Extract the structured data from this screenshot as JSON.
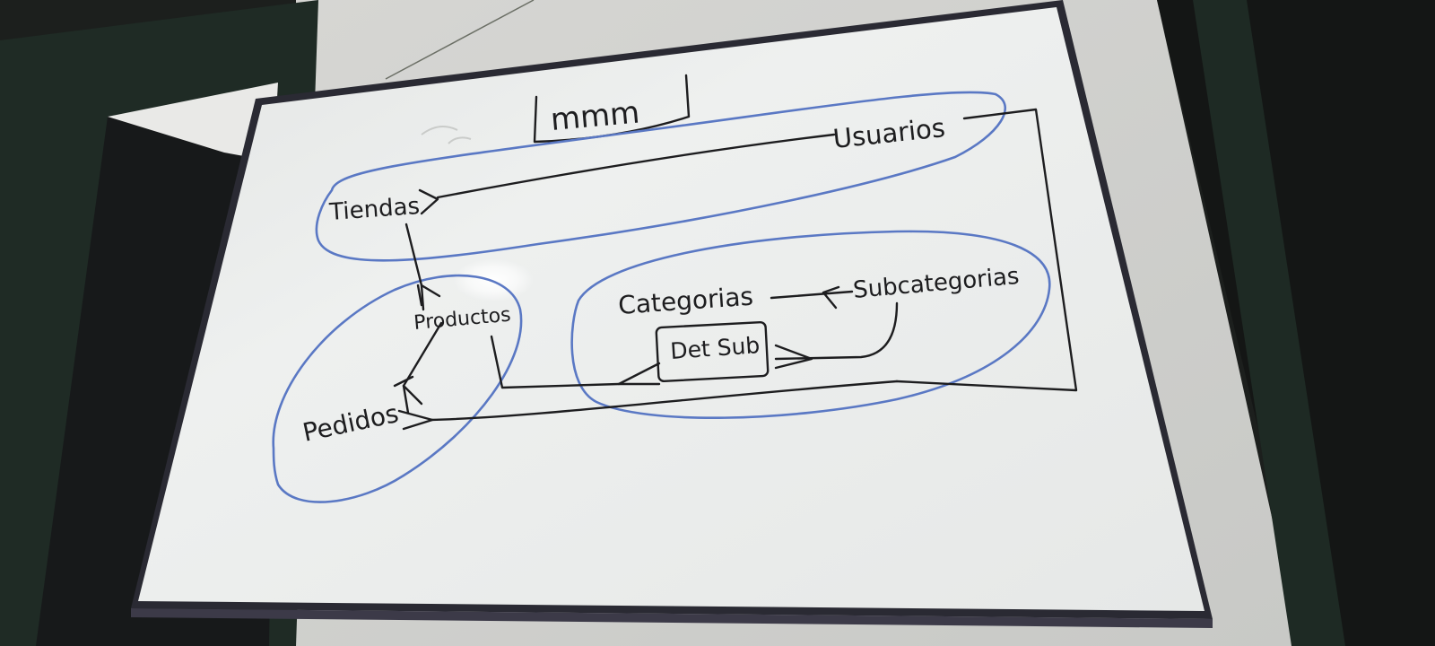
{
  "whiteboard": {
    "title": "mmm",
    "entities": {
      "usuarios": "Usuarios",
      "tiendas": "Tiendas",
      "productos": "Productos",
      "categorias": "Categorias",
      "subcategorias": "Subcategorias",
      "det_sub": "Det Sub",
      "pedidos": "Pedidos"
    }
  },
  "colors": {
    "marker_black": "#1d1d1f",
    "marker_blue": "#5a78c4",
    "board_white": "#eef0ee",
    "frame_dark": "#26262e"
  }
}
